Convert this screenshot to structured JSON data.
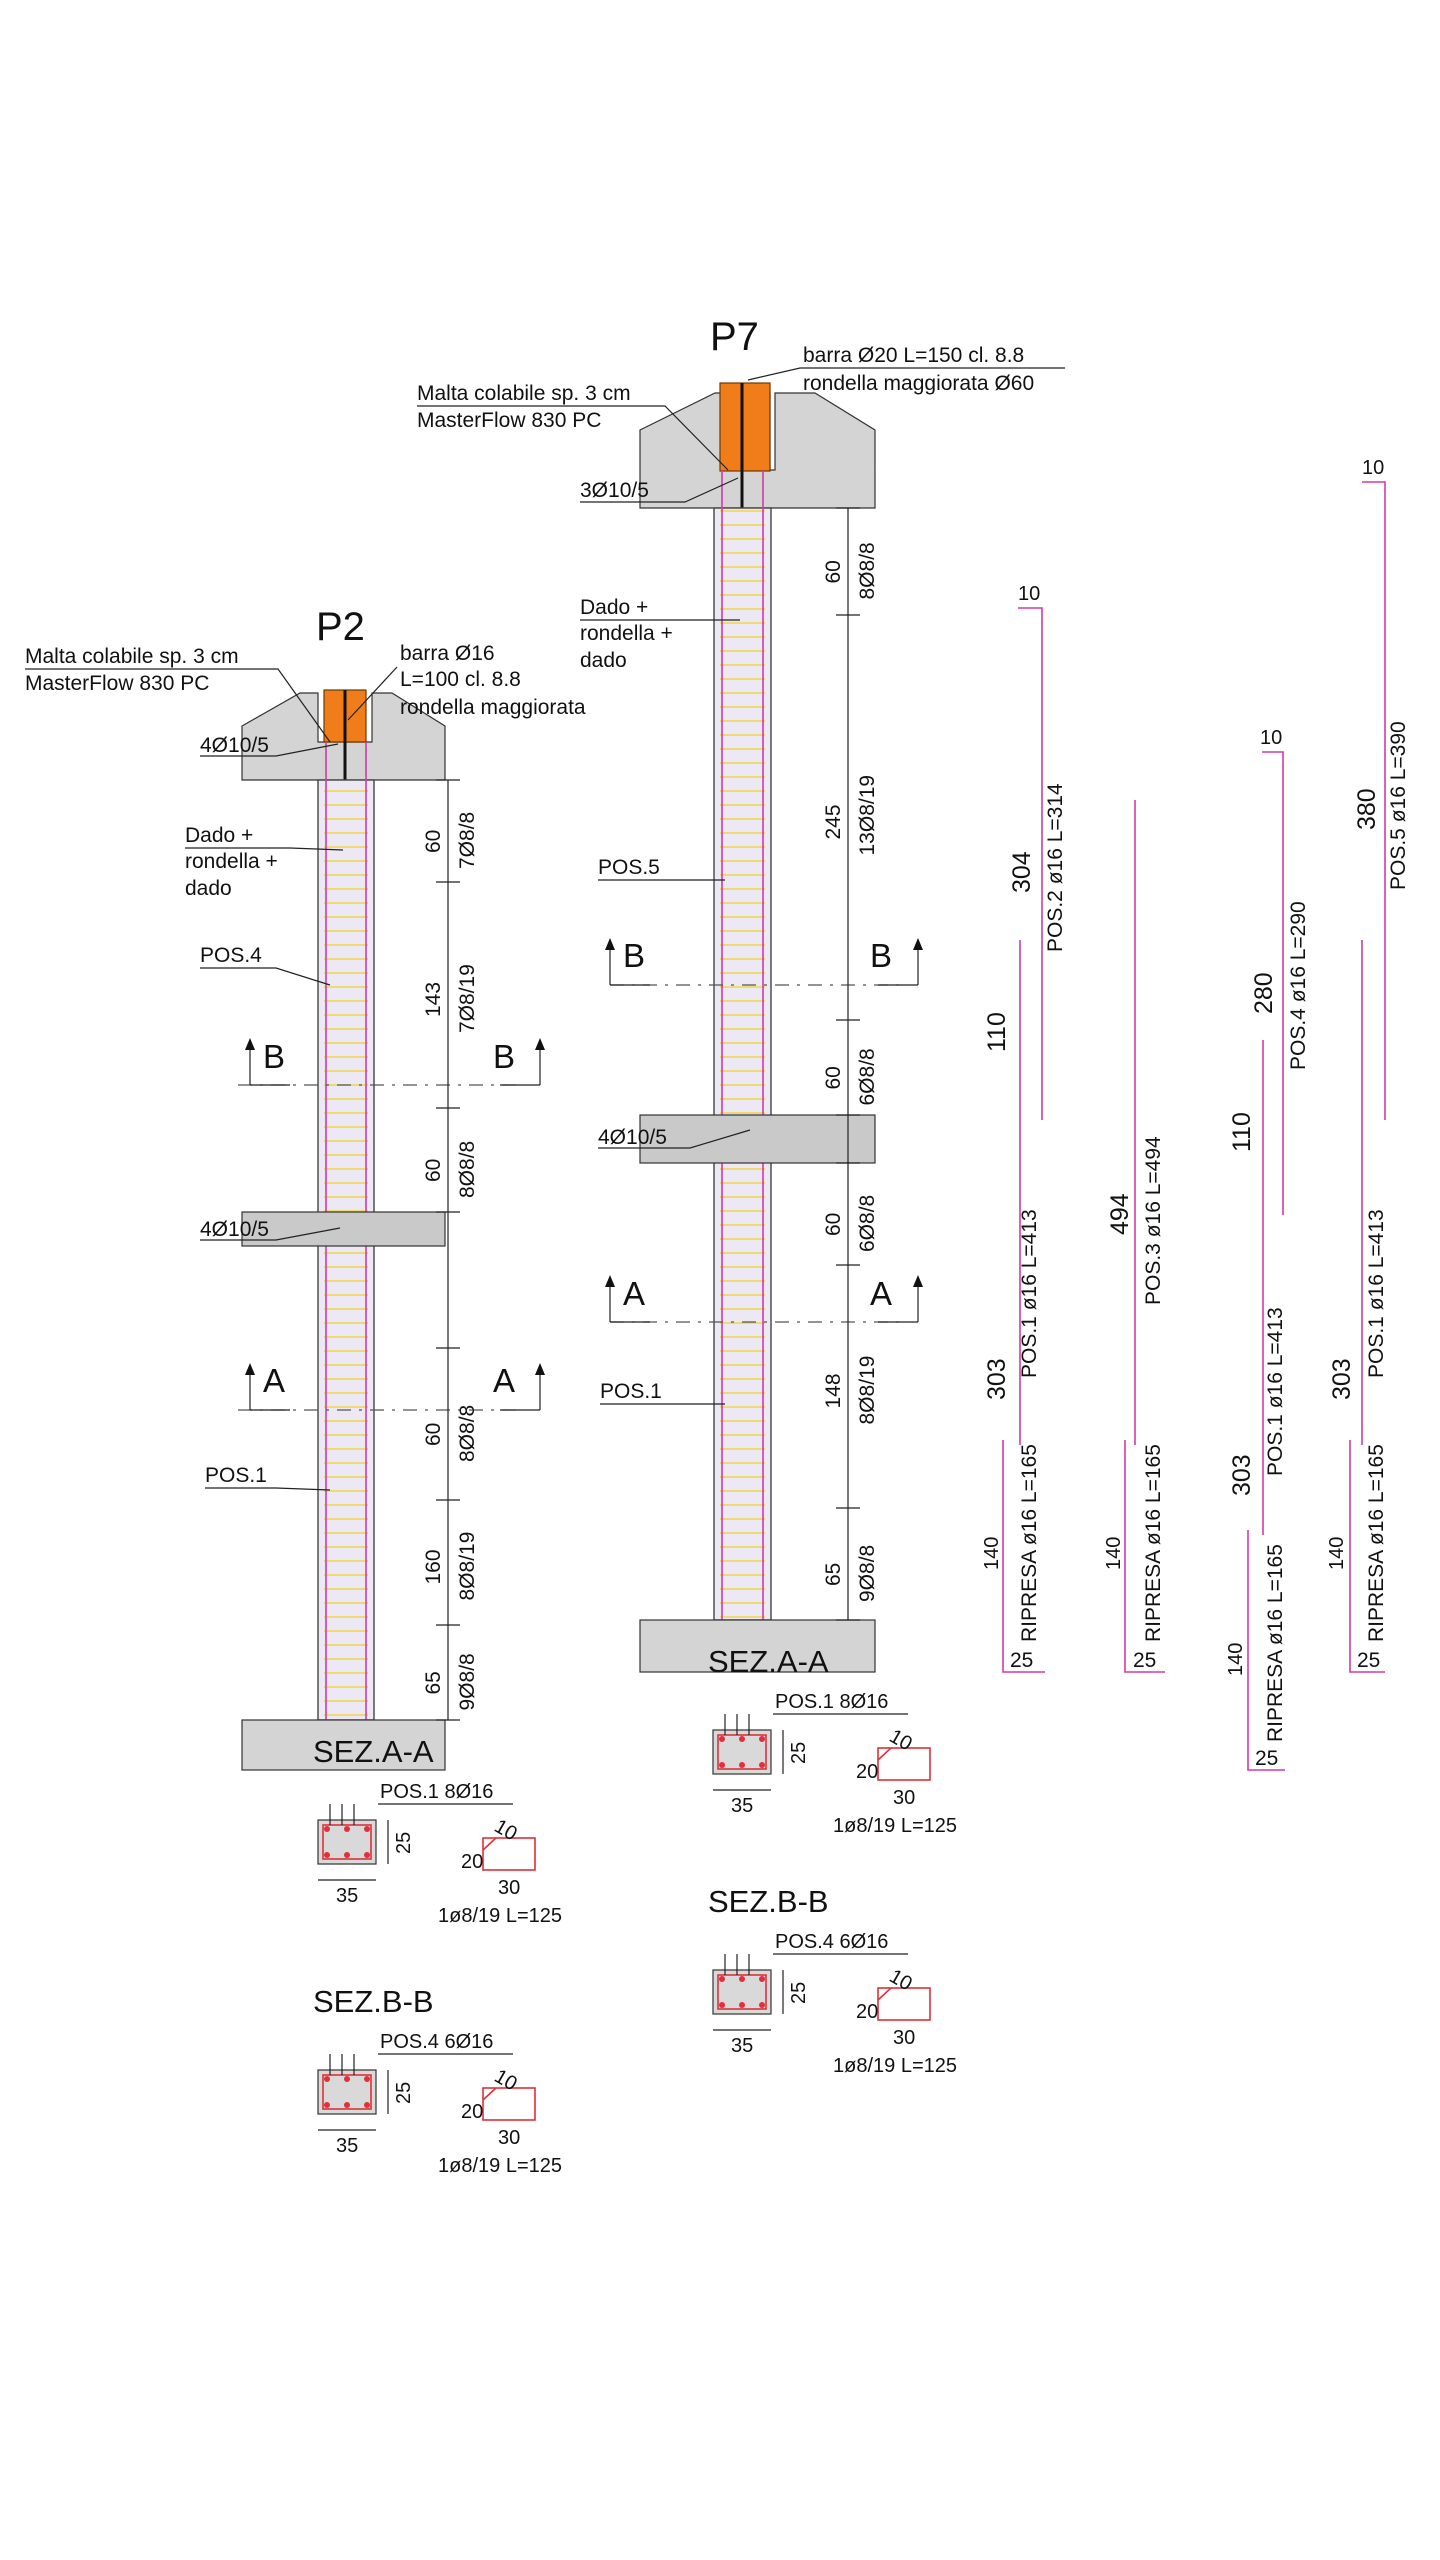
{
  "p2": {
    "title": "P2",
    "malta_line1": "Malta colabile sp. 3 cm",
    "malta_line2": "MasterFlow 830 PC",
    "barra_line1": "barra Ø16",
    "barra_line2": "L=100 cl. 8.8",
    "barra_line3": "rondella maggiorata",
    "top_rebar": "4Ø10/5",
    "mid_rebar": "4Ø10/5",
    "dado_line1": "Dado +",
    "dado_line2": "rondella +",
    "dado_line3": "dado",
    "pos4": "POS.4",
    "pos1": "POS.1",
    "sec_b": "B",
    "sec_a": "A",
    "dims": [
      {
        "len": "60",
        "bars": "7Ø8/8"
      },
      {
        "len": "143",
        "bars": "7Ø8/19"
      },
      {
        "len": "60",
        "bars": "8Ø8/8"
      },
      {
        "len": "60",
        "bars": "8Ø8/8"
      },
      {
        "len": "160",
        "bars": "8Ø8/19"
      },
      {
        "len": "65",
        "bars": "9Ø8/8"
      }
    ],
    "sez_aa": {
      "title": "SEZ.A-A",
      "pos": "POS.1 8Ø16",
      "w": "35",
      "h": "25",
      "s_h": "20",
      "s_c": "10",
      "s_w": "30",
      "stirrup": "1ø8/19 L=125"
    },
    "sez_bb": {
      "title": "SEZ.B-B",
      "pos": "POS.4 6Ø16",
      "w": "35",
      "h": "25",
      "s_h": "20",
      "s_c": "10",
      "s_w": "30",
      "stirrup": "1ø8/19 L=125"
    }
  },
  "p7": {
    "title": "P7",
    "malta_line1": "Malta colabile sp. 3 cm",
    "malta_line2": "MasterFlow 830 PC",
    "barra_line1": "barra Ø20 L=150 cl. 8.8",
    "barra_line2": "rondella maggiorata Ø60",
    "top_rebar": "3Ø10/5",
    "mid_rebar": "4Ø10/5",
    "dado_line1": "Dado +",
    "dado_line2": "rondella +",
    "dado_line3": "dado",
    "pos5": "POS.5",
    "pos1": "POS.1",
    "sec_b": "B",
    "sec_a": "A",
    "dims": [
      {
        "len": "60",
        "bars": "8Ø8/8"
      },
      {
        "len": "245",
        "bars": "13Ø8/19"
      },
      {
        "len": "60",
        "bars": "6Ø8/8"
      },
      {
        "len": "60",
        "bars": "6Ø8/8"
      },
      {
        "len": "148",
        "bars": "8Ø8/19"
      },
      {
        "len": "65",
        "bars": "9Ø8/8"
      }
    ],
    "sez_aa": {
      "title": "SEZ.A-A",
      "pos": "POS.1 8Ø16",
      "w": "35",
      "h": "25",
      "s_h": "20",
      "s_c": "10",
      "s_w": "30",
      "stirrup": "1ø8/19 L=125"
    },
    "sez_bb": {
      "title": "SEZ.B-B",
      "pos": "POS.4 6Ø16",
      "w": "35",
      "h": "25",
      "s_h": "20",
      "s_c": "10",
      "s_w": "30",
      "stirrup": "1ø8/19 L=125"
    }
  },
  "schedules": {
    "g1": {
      "ripresa": "RIPRESA ø16 L=165",
      "ripresa_hook": "25",
      "ripresa_len": "140",
      "pos1": "POS.1 ø16 L=413",
      "pos1_len": "303",
      "pos1_lap": "110",
      "pos2": "POS.2 ø16 L=314",
      "pos2_len": "304",
      "pos2_hook": "10"
    },
    "g2": {
      "ripresa": "RIPRESA ø16 L=165",
      "ripresa_hook": "25",
      "ripresa_len": "140",
      "pos3": "POS.3 ø16 L=494",
      "pos3_len": "494"
    },
    "g3": {
      "ripresa": "RIPRESA ø16 L=165",
      "ripresa_hook": "25",
      "ripresa_len": "140",
      "pos1": "POS.1 ø16 L=413",
      "pos1_len": "303",
      "pos1_lap": "110",
      "pos4": "POS.4 ø16 L=290",
      "pos4_len": "280",
      "pos4_hook": "10"
    },
    "g4": {
      "ripresa": "RIPRESA ø16 L=165",
      "ripresa_hook": "25",
      "ripresa_len": "140",
      "pos1": "POS.1 ø16 L=413",
      "pos1_len": "303",
      "pos5": "POS.5 ø16 L=390",
      "pos5_len": "380",
      "pos5_hook": "10"
    }
  },
  "colors": {
    "rebar": "#d23aa8",
    "stirrup": "#f0d64a",
    "steel_plate": "#f07d1a",
    "concrete": "#d4d4d4",
    "section_rebar": "#e0303a"
  }
}
